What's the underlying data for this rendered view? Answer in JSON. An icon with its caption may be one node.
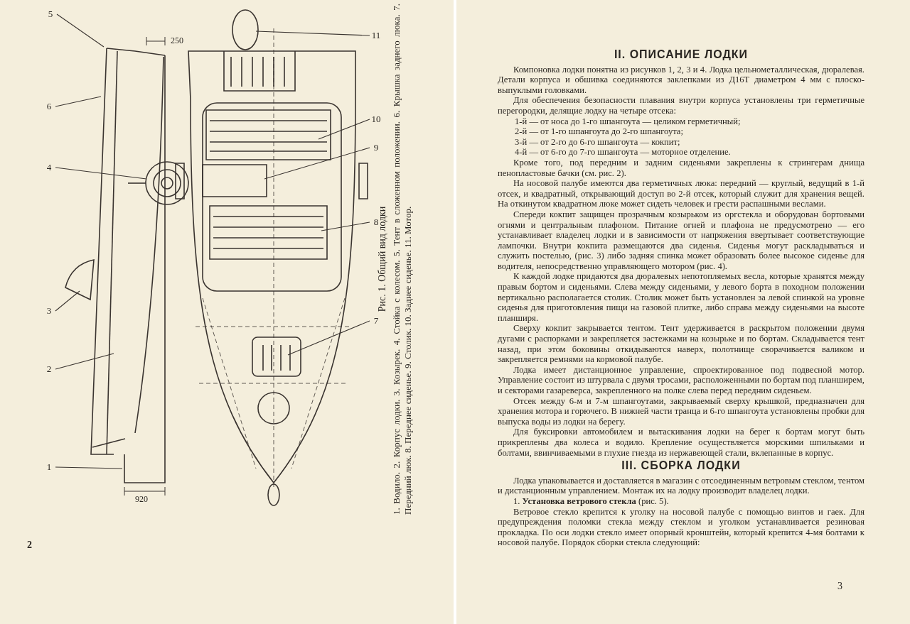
{
  "diagram": {
    "caption": "Рис. 1. Общий вид лодки",
    "nodes": [
      {
        "text": [
          "1"
        ]
      },
      {
        "text": [
          "2"
        ]
      },
      {
        "text": [
          "3"
        ]
      },
      {
        "text": [
          "4"
        ]
      },
      {
        "text": [
          "5"
        ]
      },
      {
        "text": [
          "6"
        ]
      },
      {
        "text": [
          "7"
        ]
      },
      {
        "text": [
          "8"
        ]
      },
      {
        "text": [
          "9"
        ]
      },
      {
        "text": [
          "10"
        ]
      },
      {
        "text": [
          "11"
        ]
      }
    ],
    "edges": [
      {
        "from": 0,
        "to": null,
        "arrow": "none"
      },
      {
        "from": 1,
        "to": null,
        "arrow": "none"
      },
      {
        "from": 2,
        "to": null,
        "arrow": "none"
      },
      {
        "from": 3,
        "to": null,
        "arrow": "none"
      },
      {
        "from": 4,
        "to": null,
        "arrow": "none"
      },
      {
        "from": 5,
        "to": null,
        "arrow": "none"
      },
      {
        "from": 6,
        "to": null,
        "arrow": "none"
      },
      {
        "from": 7,
        "to": null,
        "arrow": "none"
      },
      {
        "from": 8,
        "to": null,
        "arrow": "none"
      },
      {
        "from": 9,
        "to": null,
        "arrow": "none"
      },
      {
        "from": 10,
        "to": null,
        "arrow": "none"
      }
    ],
    "labels": [
      "250",
      "920",
      "1. Водило. 2. Корпус лодки. 3. Козырек. 4. Стойка с колесом. 5. Тент в сложенном положении. 6. Крышка заднего люка. 7. Передний люк. 8. Переднее сиденье. 9. Столик. 10. Заднее сиденье. 11. Мотор.",
      "2",
      "II. ОПИСАНИЕ ЛОДКИ",
      "Компоновка лодки понятна из рисунков 1, 2, 3 и 4. Лодка цельнометаллическая, дюралевая. Детали корпуса и обшивка соединяются заклепками из Д16Т диаметром 4 мм с плоско-выпуклыми головками.",
      "Для обеспечения безопасности плавания внутри корпуса установлены три герметичные перегородки, делящие лодку на четыре отсека:",
      "1-й — от носа до 1-го шпангоута — целиком герметичный;",
      "2-й — от 1-го шпангоута до 2-го шпангоута;",
      "3-й — от 2-го до 6-го шпангоута — кокпит;",
      "4-й — от 6-го до 7-го шпангоута — моторное отделение.",
      "Кроме того, под передним и задним сиденьями закреплены к стрингерам днища пенопластовые бачки (см. рис. 2).",
      "На носовой палубе имеются два герметичных люка: передний — круглый, ведущий в 1-й отсек, и квадратный, открывающий доступ во 2-й отсек, который служит для хранения вещей. На откинутом квадратном люке может сидеть человек и грести распашными веслами.",
      "Спереди кокпит защищен прозрачным козырьком из оргстекла и оборудован бортовыми огнями и центральным плафоном. Питание огней и плафона не предусмотрено — его устанавливает владелец лодки и в зависимости от напряжения ввертывает соответствующие лампочки. Внутри кокпита размещаются два сиденья. Сиденья могут раскладываться и служить постелью, (рис. 3) либо задняя спинка может образовать более высокое сиденье для водителя, непосредственно управляющего мотором (рис. 4).",
      "К каждой лодке придаются два дюралевых непотопляемых весла, которые хранятся между правым бортом и сиденьями. Слева между сиденьями, у левого борта в походном положении вертикально располагается столик. Столик может быть установлен за левой спинкой на уровне сиденья для приготовления пищи на газовой плитке, либо справа между сиденьями на высоте планширя.",
      "Сверху кокпит закрывается тентом. Тент удерживается в раскрытом положении двумя дугами с распорками и закрепляется застежками на козырьке и по бортам. Складывается тент назад, при этом боковины откидываются наверх, полотнище сворачивается валиком и закрепляется ремнями на кормовой палубе.",
      "Лодка имеет дистанционное управление, спроектированное под подвесной мотор. Управление состоит из штурвала с двумя тросами, расположенными по бортам под планширем, и секторами газареверса, закрепленного на полке слева перед передним сиденьем.",
      "Отсек между 6-м и 7-м шпангоутами, закрываемый сверху крышкой, предназначен для хранения мотора и горючего. В нижней части транца и 6-го шпангоута установлены пробки для выпуска воды из лодки на берегу.",
      "Для буксировки автомобилем и вытаскивания лодки на берег к бортам могут быть прикреплены два колеса и водило. Крепление осуществляется морскими шпильками и болтами, ввинчиваемыми в глухие гнезда из нержавеющей стали, вклепанные в корпус.",
      "III. СБОРКА ЛОДКИ",
      "Лодка упаковывается и доставляется в магазин с отсоединенным ветровым стеклом, тентом и дистанционным управлением. Монтаж их на лодку производит владелец лодки.",
      "1. **Установка ветрового стекла** (рис. 5).",
      "Ветровое стекло крепится к уголку на носовой палубе с помощью винтов и гаек. Для предупреждения поломки стекла между стеклом и уголком устанавливается резиновая прокладка. По оси лодки стекло имеет опорный кронштейн, который крепится 4-мя болтами к носовой палубе. Порядок сборки стекла следующий:",
      "3"
    ]
  }
}
